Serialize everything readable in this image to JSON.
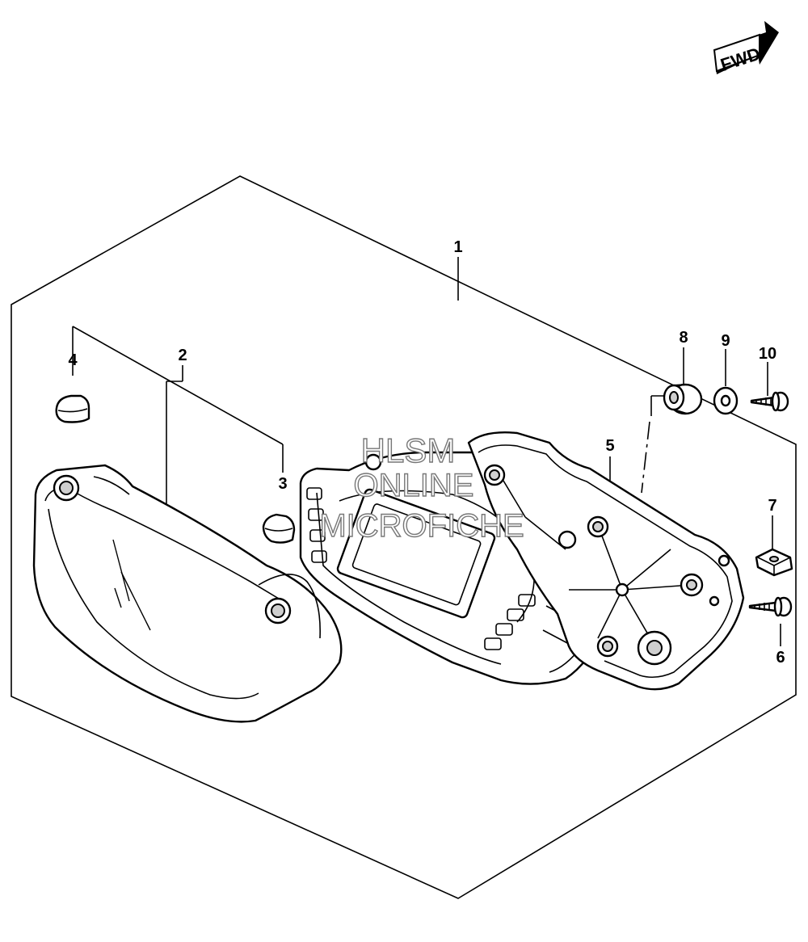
{
  "fwd_badge": {
    "text": "FWD"
  },
  "callouts": [
    {
      "id": "1",
      "label": "1"
    },
    {
      "id": "2",
      "label": "2"
    },
    {
      "id": "3",
      "label": "3"
    },
    {
      "id": "4",
      "label": "4"
    },
    {
      "id": "5",
      "label": "5"
    },
    {
      "id": "6",
      "label": "6"
    },
    {
      "id": "7",
      "label": "7"
    },
    {
      "id": "8",
      "label": "8"
    },
    {
      "id": "9",
      "label": "9"
    },
    {
      "id": "10",
      "label": "10"
    }
  ],
  "watermark": {
    "line1": "HLSM",
    "line2": "ONLINE",
    "line3": "MICROFICHE"
  }
}
